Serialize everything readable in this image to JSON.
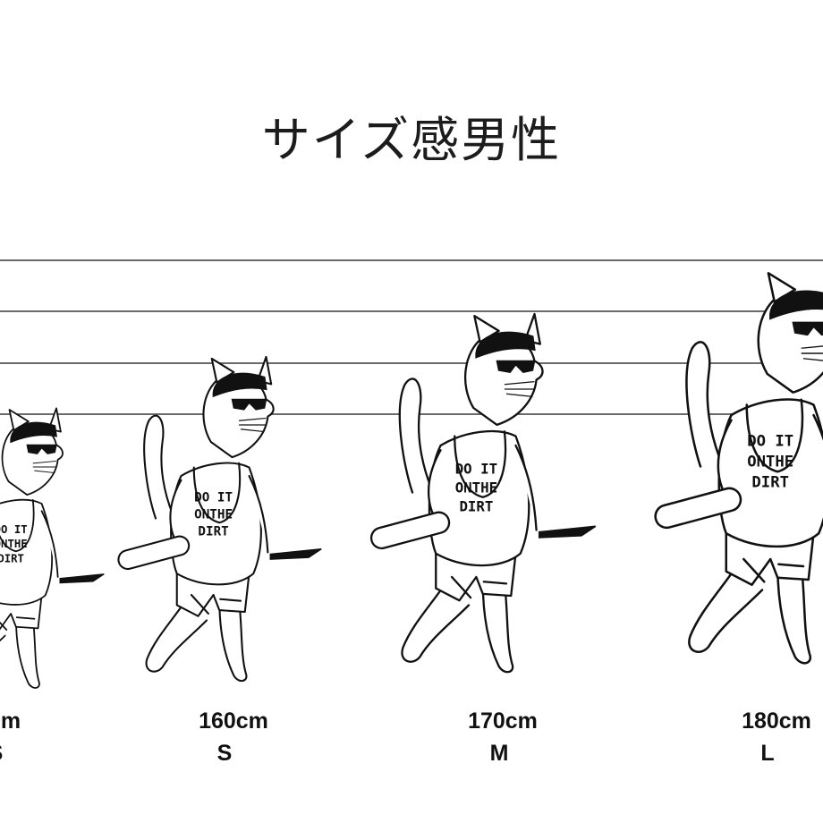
{
  "title": "サイズ感男性",
  "shirt_print": [
    "DO IT",
    "ONTHE",
    "DIRT"
  ],
  "figures": [
    {
      "height": "cm",
      "size": "S"
    },
    {
      "height": "160cm",
      "size": "S"
    },
    {
      "height": "170cm",
      "size": "M"
    },
    {
      "height": "180cm",
      "size": "L"
    }
  ],
  "colors": {
    "line": "#6a6a6a",
    "ink": "#111111",
    "background": "#ffffff"
  }
}
